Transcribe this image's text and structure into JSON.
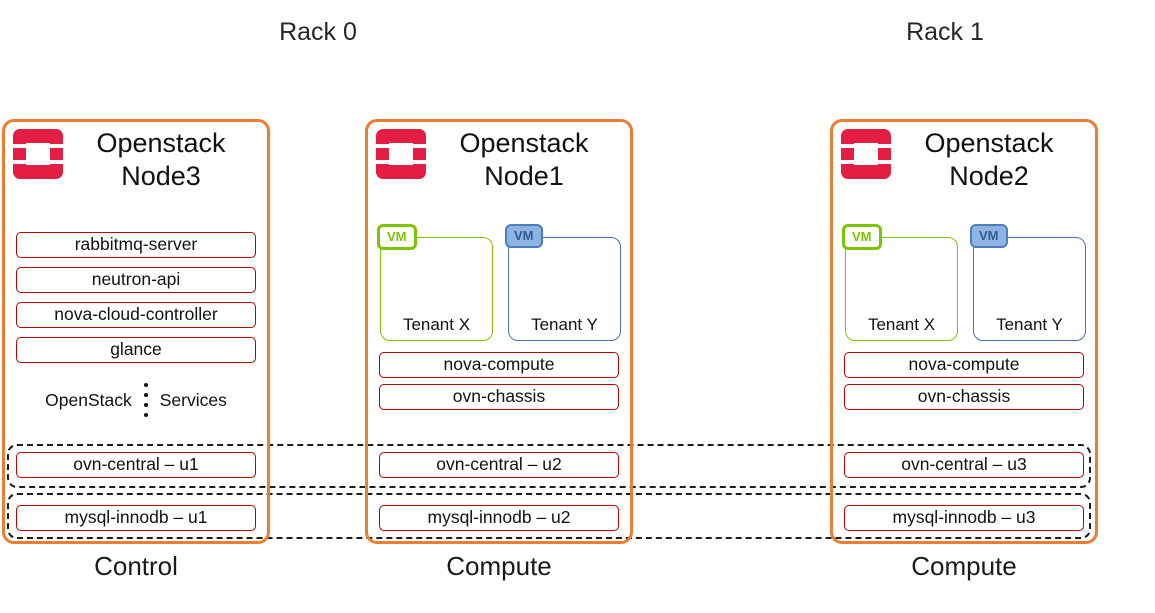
{
  "racks": [
    {
      "label": "Rack 0"
    },
    {
      "label": "Rack 1"
    }
  ],
  "nodes": [
    {
      "title": "Openstack",
      "name": "Node3",
      "role": "Control",
      "services": [
        "rabbitmq-server",
        "neutron-api",
        "nova-cloud-controller",
        "glance"
      ],
      "more": {
        "left": "OpenStack",
        "right": "Services"
      },
      "shared": {
        "ovn": "ovn-central – u1",
        "db": "mysql-innodb – u1"
      }
    },
    {
      "title": "Openstack",
      "name": "Node1",
      "role": "Compute",
      "tenants": [
        {
          "vm": "VM",
          "label": "Tenant X"
        },
        {
          "vm": "VM",
          "label": "Tenant Y"
        }
      ],
      "services": [
        "nova-compute",
        "ovn-chassis"
      ],
      "shared": {
        "ovn": "ovn-central – u2",
        "db": "mysql-innodb – u2"
      }
    },
    {
      "title": "Openstack",
      "name": "Node2",
      "role": "Compute",
      "tenants": [
        {
          "vm": "VM",
          "label": "Tenant X"
        },
        {
          "vm": "VM",
          "label": "Tenant Y"
        }
      ],
      "services": [
        "nova-compute",
        "ovn-chassis"
      ],
      "shared": {
        "ovn": "ovn-central – u3",
        "db": "mysql-innodb – u3"
      }
    }
  ],
  "colors": {
    "node_border": "#ED7D31",
    "service_border": "#C00000",
    "logo_red": "#E41E42",
    "tenant_x_green": "#7DC400",
    "tenant_y_blue": "#4472C4",
    "vm_tag_blue_fill": "#8EB4E3",
    "dashed_band": "#1c1c1c"
  }
}
